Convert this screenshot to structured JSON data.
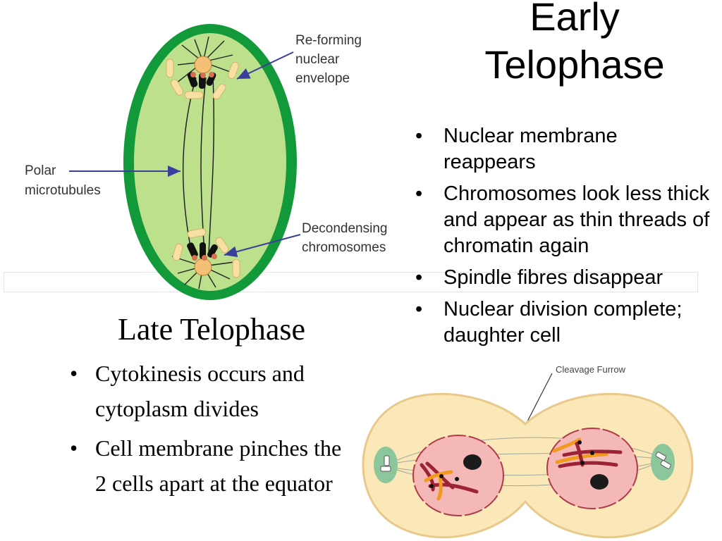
{
  "early": {
    "title_line1": "Early",
    "title_line2": "Telophase",
    "bullets": [
      "Nuclear membrane reappears",
      "Chromosomes look less thick and appear as thin threads of chromatin again",
      "Spindle fibres disappear",
      "Nuclear division complete; daughter cell"
    ]
  },
  "late": {
    "title": "Late Telophase",
    "bullets": [
      "Cytokinesis occurs and cytoplasm divides",
      "Cell membrane pinches the 2 cells apart at the equator"
    ]
  },
  "diagram1": {
    "label_envelope": [
      "Re-forming",
      "nuclear",
      "envelope"
    ],
    "label_polar": [
      "Polar",
      "microtubules"
    ],
    "label_decondensing": [
      "Decondensing",
      "chromosomes"
    ],
    "colors": {
      "wall": "#129a3a",
      "cytoplasm": "#bde08c",
      "centrosome": "#f4c075",
      "vesicle": "#f8dfa3",
      "arrow": "#3a3f9e"
    }
  },
  "diagram2": {
    "label_cleavage": "Cleavage Furrow",
    "colors": {
      "cytoplasm": "#fbe8b8",
      "nucleus": "#f4b9b6",
      "chromosome_red": "#9b2335",
      "chromosome_orange": "#f29a1e",
      "pole": "#8cc79b"
    }
  }
}
